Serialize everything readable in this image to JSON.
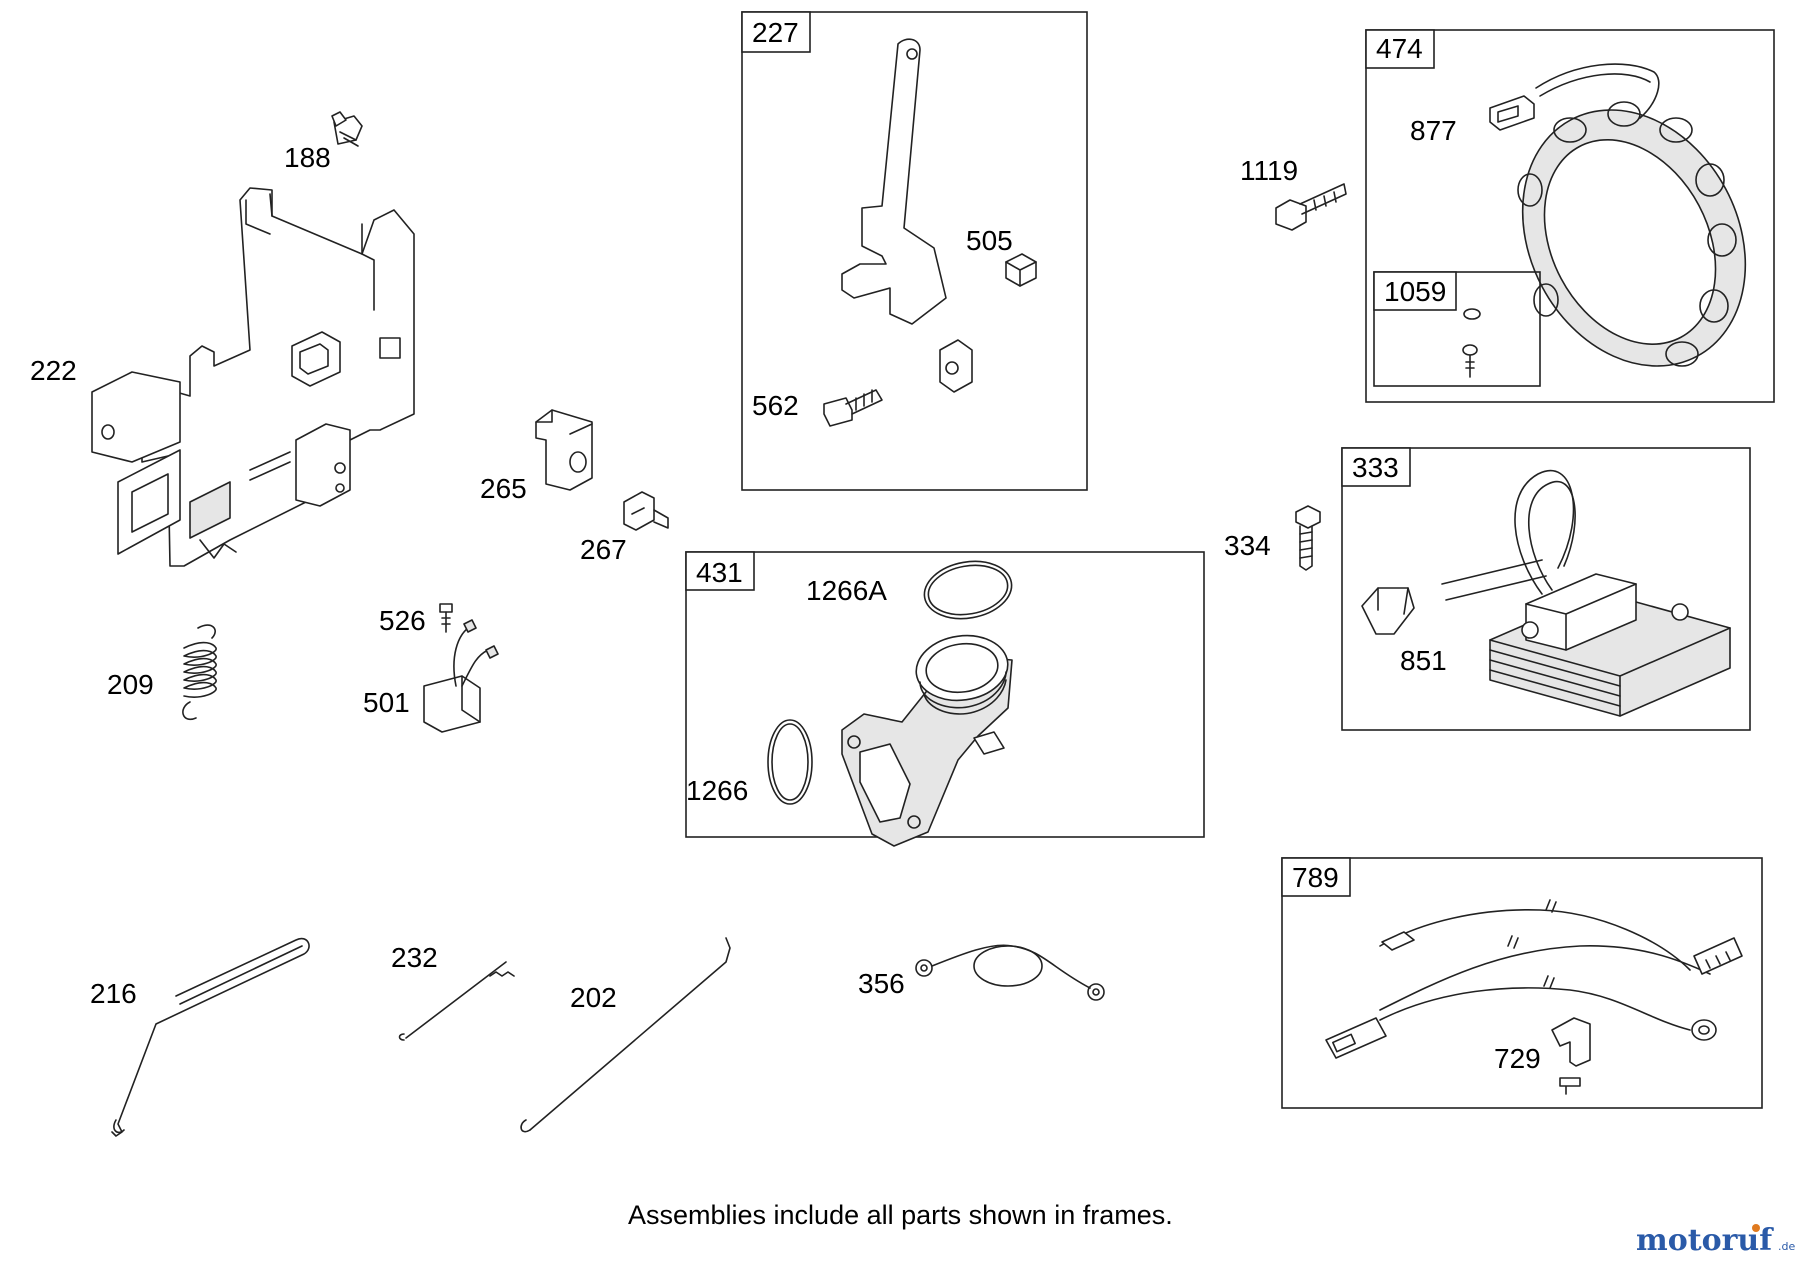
{
  "caption": "Assemblies include all parts shown in frames.",
  "watermark": {
    "brand": "motoruf",
    "tld": ".de",
    "color_main": "#2a5aa8",
    "color_accent": "#e07a1f"
  },
  "frames": {
    "f227": "227",
    "f474": "474",
    "f1059": "1059",
    "f333": "333",
    "f431": "431",
    "f789": "789"
  },
  "labels": {
    "l188": "188",
    "l222": "222",
    "l209": "209",
    "l265": "265",
    "l267": "267",
    "l526": "526",
    "l501": "501",
    "l505": "505",
    "l562": "562",
    "l1119": "1119",
    "l877": "877",
    "l334": "334",
    "l851": "851",
    "l1266A": "1266A",
    "l1266": "1266",
    "l216": "216",
    "l232": "232",
    "l202": "202",
    "l356": "356",
    "l729": "729"
  }
}
